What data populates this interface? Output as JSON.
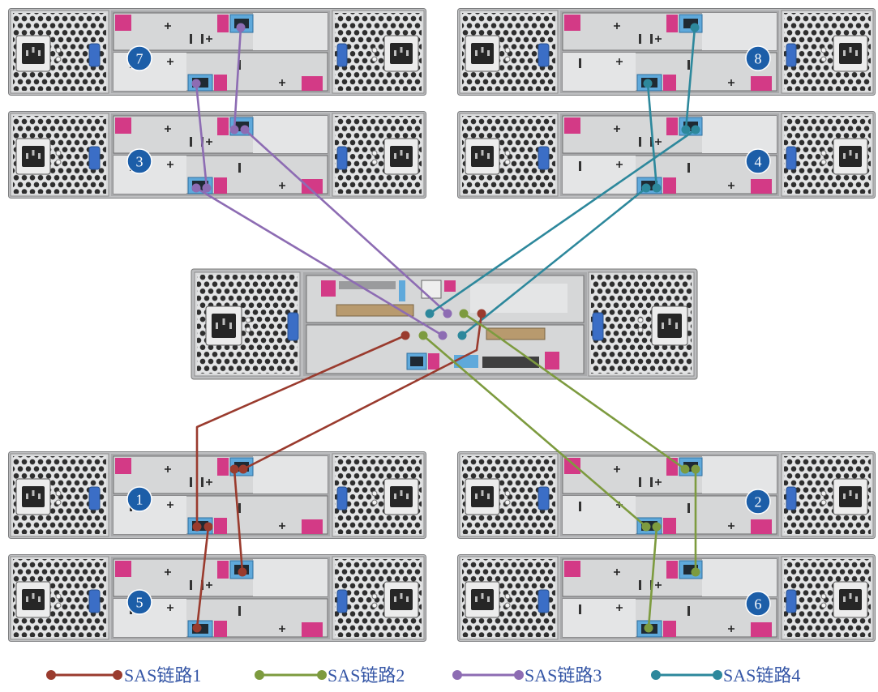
{
  "enclosures": [
    {
      "label": "1"
    },
    {
      "label": "2"
    },
    {
      "label": "3"
    },
    {
      "label": "4"
    },
    {
      "label": "5"
    },
    {
      "label": "6"
    },
    {
      "label": "7"
    },
    {
      "label": "8"
    }
  ],
  "legend": [
    {
      "label": "SAS链路1",
      "color": "#9a3b2e"
    },
    {
      "label": "SAS链路2",
      "color": "#7d9b3f"
    },
    {
      "label": "SAS链路3",
      "color": "#8d6cb3"
    },
    {
      "label": "SAS链路4",
      "color": "#2d889c"
    }
  ],
  "colors": {
    "badge": "#1c5ea8",
    "legend_text": "#3556a6",
    "port_pink": "#d33a86",
    "port_blue": "#5fa9db",
    "handle_blue": "#3b6ec6"
  },
  "icons": [
    "power-socket-icon",
    "plus-mark-icon",
    "sas-port-icon",
    "release-handle-icon"
  ]
}
